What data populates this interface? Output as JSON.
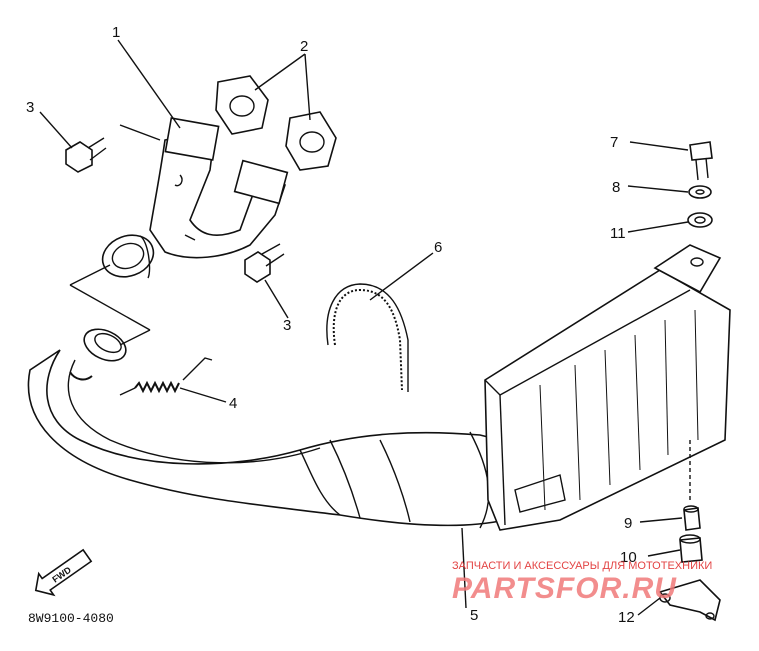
{
  "diagram": {
    "part_number": "8W9100-4080",
    "fwd_label": "FWD",
    "callouts": [
      "1",
      "2",
      "3",
      "3",
      "4",
      "5",
      "6",
      "7",
      "8",
      "9",
      "10",
      "11",
      "12"
    ]
  },
  "watermark": {
    "tagline": "ЗАПЧАСТИ И АКСЕССУАРЫ ДЛЯ МОТОТЕХНИКИ",
    "brand": "PARTSFOR.RU",
    "color": "#e34444"
  }
}
